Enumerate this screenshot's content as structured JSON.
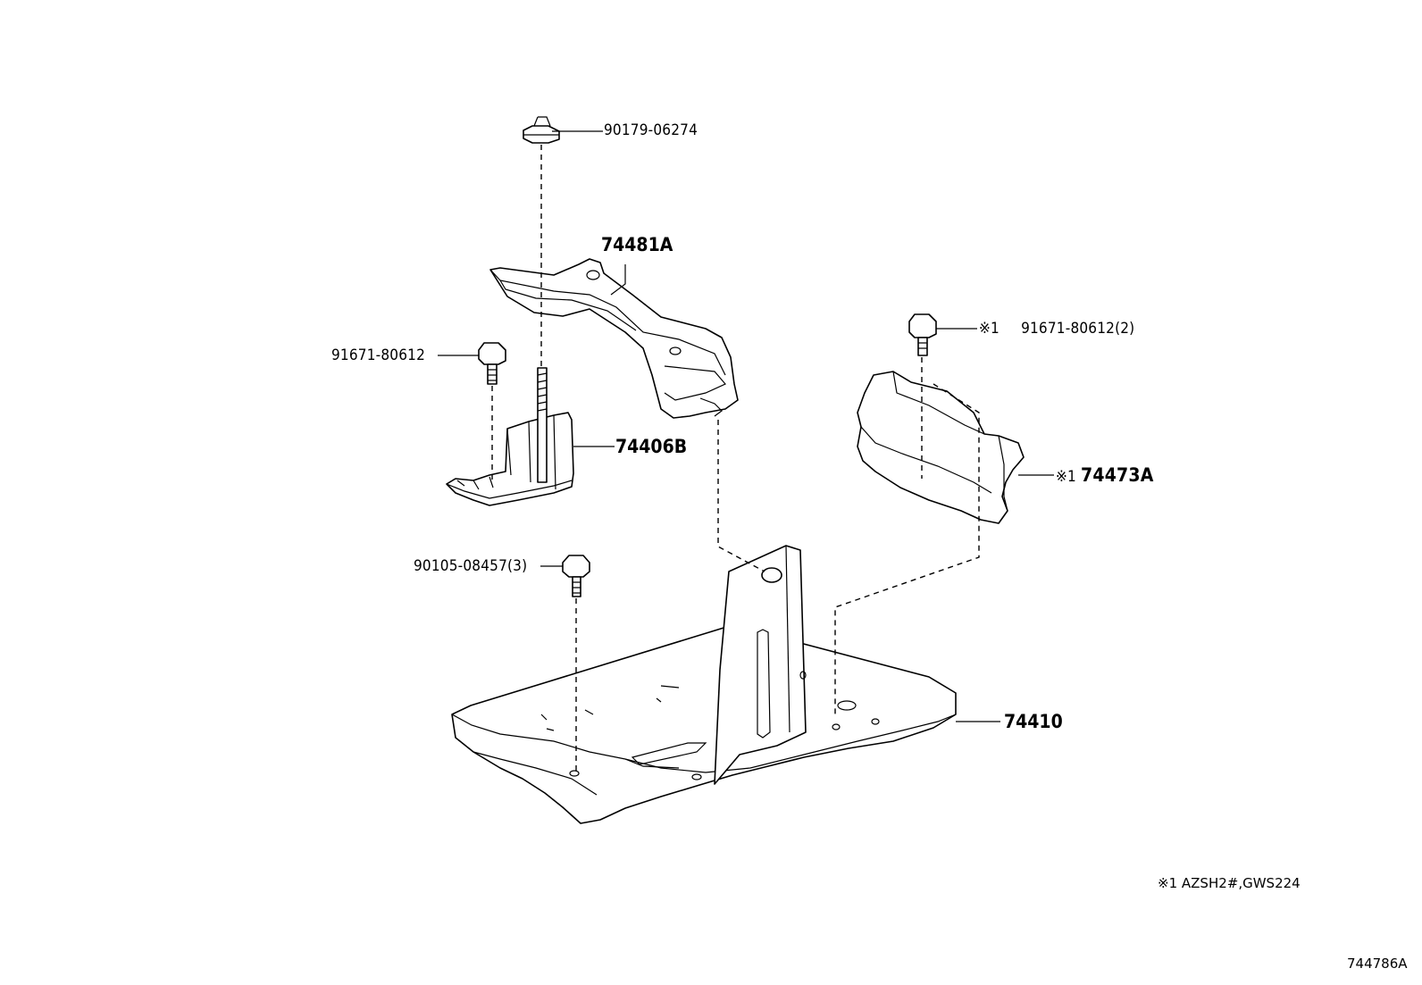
{
  "diagram": {
    "parts": [
      {
        "key": "nut_top",
        "label": "90179-06274"
      },
      {
        "key": "clamp",
        "label": "74481A"
      },
      {
        "key": "bolt_left",
        "label": "91671-80612"
      },
      {
        "key": "bracket",
        "label": "74406B"
      },
      {
        "key": "bolt_lower",
        "label": "90105-08457(3)"
      },
      {
        "key": "tray",
        "label": "74410"
      },
      {
        "key": "bolt_right",
        "prefix": "※1",
        "label": "91671-80612(2)"
      },
      {
        "key": "insulator",
        "prefix": "※1",
        "label": "74473A"
      }
    ],
    "footnote": "※1 AZSH2#,GWS224",
    "illustration_id": "744786A"
  }
}
